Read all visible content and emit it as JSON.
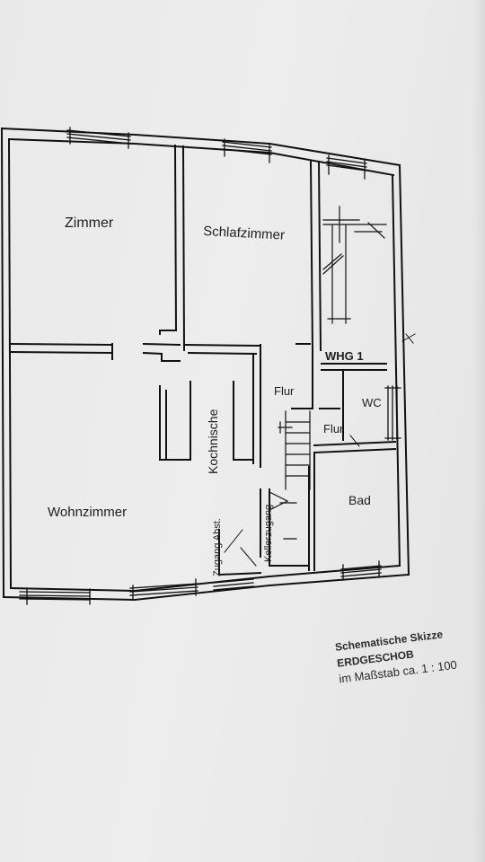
{
  "plan": {
    "rooms": {
      "zimmer": "Zimmer",
      "schlafzimmer": "Schlafzimmer",
      "wohnzimmer": "Wohnzimmer",
      "kochnische": "Kochnische",
      "flur_main": "Flur",
      "flur_small": "Flur",
      "whg": "WHG 1",
      "wc": "WC",
      "bad": "Bad",
      "zugang": "Zugang Abst.",
      "kellerzugang": "Kellerzugang"
    }
  },
  "caption": {
    "line1": "Schematische Skizze",
    "line2": "ERDGESCHOB",
    "line3": "im Maßstab ca. 1 : 100"
  }
}
